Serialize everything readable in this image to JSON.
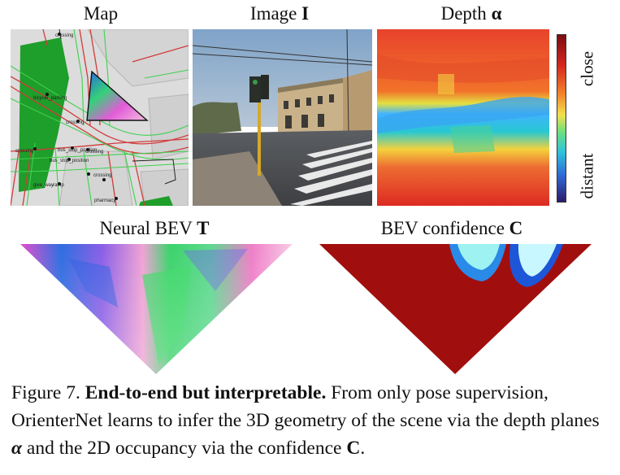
{
  "figure": {
    "titles": {
      "map": "Map",
      "image_prefix": "Image ",
      "image_symbol": "I",
      "depth_prefix": "Depth ",
      "depth_symbol": "α",
      "bev_prefix": "Neural BEV ",
      "bev_symbol": "T",
      "conf_prefix": "BEV confidence ",
      "conf_symbol": "C"
    },
    "colorbar": {
      "top_label": "close",
      "bottom_label": "distant"
    },
    "map_labels": {
      "l1": "crossing",
      "l2": "bicycle_parking",
      "l3": "crossing",
      "l4": "crossing",
      "l5": "bus_stop_position",
      "l6": "bus_stop_position",
      "l7": "crossing",
      "l8": "give_way",
      "l9": "ramp",
      "l10": "crossing",
      "l11": "pharmacy"
    }
  },
  "caption": {
    "prefix": "Figure 7. ",
    "bold": "End-to-end but interpretable.",
    "text": " From only pose supervision, OrienterNet learns to infer the 3D geometry of the scene via the depth planes ",
    "alpha": "α",
    "text2": " and the 2D occupancy via the confidence ",
    "c": "C",
    "end": "."
  },
  "colors": {
    "park_green": "#1e9e2a",
    "road_red": "#d33a3a",
    "footway_green": "#3fd04f",
    "confidence_red": "#a10e0e",
    "colorbar_top": "#7a0d12",
    "colorbar_bottom": "#2b1a6b"
  }
}
